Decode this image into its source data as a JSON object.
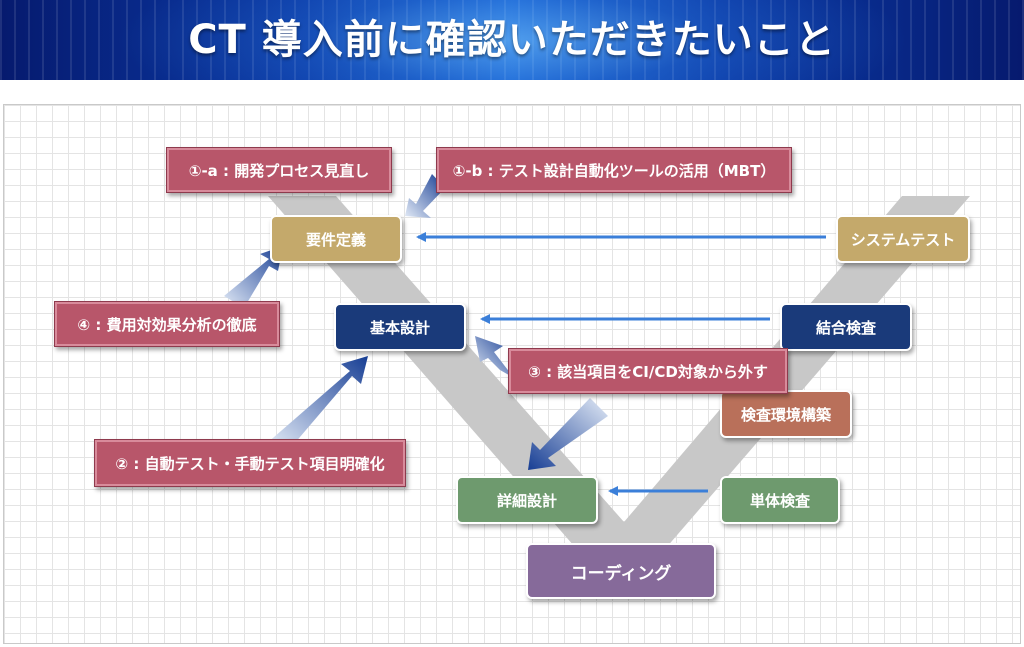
{
  "header": {
    "title": "CT 導入前に確認いただきたいこと"
  },
  "stages": {
    "requirements": "要件定義",
    "basic_design": "基本設計",
    "detailed_design": "詳細設計",
    "coding": "コーディング",
    "unit_test": "単体検査",
    "env_build": "検査環境構築",
    "integration_test": "結合検査",
    "system_test": "システムテスト"
  },
  "callouts": {
    "c1a": "①-a : 開発プロセス見直し",
    "c1b": "①-b : テスト設計自動化ツールの活用（MBT）",
    "c2": "② : 自動テスト・手動テスト項目明確化",
    "c3": "③ : 該当項目をCI/CD対象から外す",
    "c4": "④ : 費用対効果分析の徹底"
  },
  "colors": {
    "header_blue": "#0a3aa8",
    "callout": "#b8566a",
    "requirements": "#c4a96b",
    "design": "#1a3a7a",
    "detailed": "#6e9a6e",
    "coding": "#866a9a",
    "env_build": "#b9705a",
    "v_shape": "#c8c8c8",
    "arrow_blue": "#3b7fd9"
  }
}
